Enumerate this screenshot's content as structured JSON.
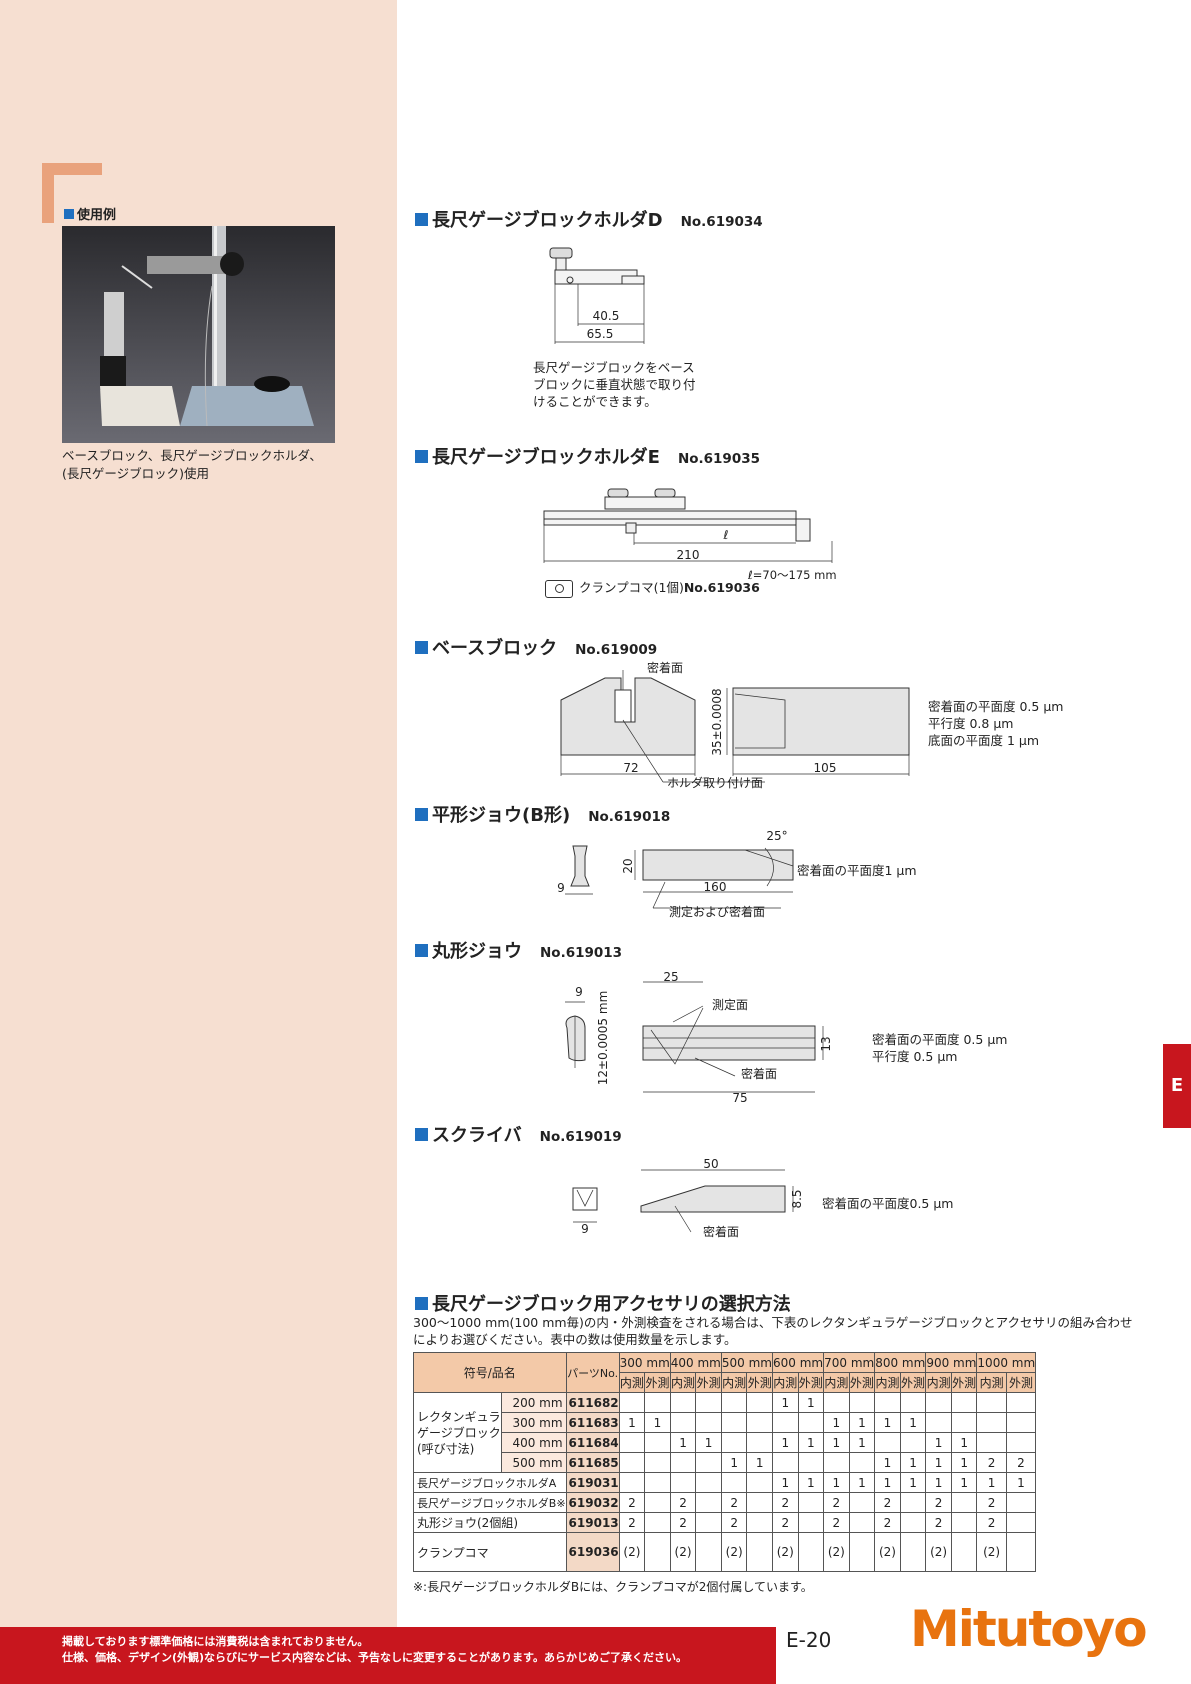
{
  "sidebar": {
    "usage_label": "使用例",
    "caption_line1": "ベースブロック、長尺ゲージブロックホルダ、",
    "caption_line2": "(長尺ゲージブロック)使用"
  },
  "sections": [
    {
      "title": "長尺ゲージブロックホルダD",
      "part_no": "No.619034"
    },
    {
      "title": "長尺ゲージブロックホルダE",
      "part_no": "No.619035"
    },
    {
      "title": "ベースブロック",
      "part_no": "No.619009"
    },
    {
      "title": "平形ジョウ(B形)",
      "part_no": "No.619018"
    },
    {
      "title": "丸形ジョウ",
      "part_no": "No.619013"
    },
    {
      "title": "スクライバ",
      "part_no": "No.619019"
    }
  ],
  "holder_d": {
    "dim_a": "40.5",
    "dim_b": "65.5",
    "desc_line1": "長尺ゲージブロックをベース",
    "desc_line2": "ブロックに垂直状態で取り付",
    "desc_line3": "けることができます。"
  },
  "holder_e": {
    "dim_l": "ℓ",
    "dim_total": "210",
    "dim_range": "ℓ=70～175 mm",
    "clamp_label": "クランプコマ(1個)",
    "clamp_no": "No.619036"
  },
  "base_block": {
    "label_top": "密着面",
    "dim_width": "72",
    "dim_height": "35±0.0008",
    "dim_length": "105",
    "label_bottom": "ホルダ取り付け面",
    "spec1": "密着面の平面度 0.5 μm",
    "spec2": "平行度 0.8 μm",
    "spec3": "底面の平面度 1 μm"
  },
  "flat_jaw": {
    "dim_height": "20",
    "dim_width": "9",
    "dim_length": "160",
    "dim_angle": "25°",
    "label": "測定および密着面",
    "spec": "密着面の平面度1 μm"
  },
  "round_jaw": {
    "dim_w": "9",
    "dim_top": "25",
    "dim_height": "12±0.0005 mm",
    "dim_h2": "13",
    "dim_length": "75",
    "label_measure": "測定面",
    "label_contact": "密着面",
    "spec1": "密着面の平面度 0.5 μm",
    "spec2": "平行度 0.5 μm"
  },
  "scriber": {
    "dim_length": "50",
    "dim_height": "8.5",
    "dim_w": "9",
    "label": "密着面",
    "spec": "密着面の平面度0.5 μm"
  },
  "selection": {
    "title": "長尺ゲージブロック用アクセサリの選択方法",
    "intro_line1": "300～1000 mm(100 mm毎)の内・外測検査をされる場合は、下表のレクタンギュラゲージブロックとアクセサリの組み合わせ",
    "intro_line2": "によりお選びください。表中の数は使用数量を示します。",
    "header_name": "符号/品名",
    "header_part": "パーツNo.",
    "sizes": [
      "300 mm",
      "400 mm",
      "500 mm",
      "600 mm",
      "700 mm",
      "800 mm",
      "900 mm",
      "1000 mm"
    ],
    "inner": "内測",
    "outer": "外測",
    "group_label_1": "レクタンギュラ",
    "group_label_2": "ゲージブロック",
    "group_label_3": "(呼び寸法)",
    "rows": [
      {
        "size": "200 mm",
        "part": "611682",
        "cells": [
          "",
          "",
          "",
          "",
          "",
          "",
          "1",
          "1",
          "",
          "",
          "",
          "",
          "",
          "",
          "",
          ""
        ]
      },
      {
        "size": "300 mm",
        "part": "611683",
        "cells": [
          "1",
          "1",
          "",
          "",
          "",
          "",
          "",
          "",
          "1",
          "1",
          "1",
          "1",
          "",
          "",
          "",
          ""
        ]
      },
      {
        "size": "400 mm",
        "part": "611684",
        "cells": [
          "",
          "",
          "1",
          "1",
          "",
          "",
          "1",
          "1",
          "1",
          "1",
          "",
          "",
          "1",
          "1",
          "",
          ""
        ]
      },
      {
        "size": "500 mm",
        "part": "611685",
        "cells": [
          "",
          "",
          "",
          "",
          "1",
          "1",
          "",
          "",
          "",
          "",
          "1",
          "1",
          "1",
          "1",
          "2",
          "2"
        ]
      },
      {
        "name": "長尺ゲージブロックホルダA",
        "part": "619031",
        "cells": [
          "",
          "",
          "",
          "",
          "",
          "",
          "1",
          "1",
          "1",
          "1",
          "1",
          "1",
          "1",
          "1",
          "1",
          "1"
        ]
      },
      {
        "name": "長尺ゲージブロックホルダB※",
        "part": "619032",
        "cells": [
          "2",
          "",
          "2",
          "",
          "2",
          "",
          "2",
          "",
          "2",
          "",
          "2",
          "",
          "2",
          "",
          "2",
          ""
        ]
      },
      {
        "name": "丸形ジョウ(2個組)",
        "part": "619013",
        "cells": [
          "2",
          "",
          "2",
          "",
          "2",
          "",
          "2",
          "",
          "2",
          "",
          "2",
          "",
          "2",
          "",
          "2",
          ""
        ]
      },
      {
        "name": "クランプコマ",
        "part": "619036",
        "cells": [
          "(2)",
          "",
          "(2)",
          "",
          "(2)",
          "",
          "(2)",
          "",
          "(2)",
          "",
          "(2)",
          "",
          "(2)",
          "",
          "(2)",
          ""
        ]
      }
    ],
    "footnote": "※:長尺ゲージブロックホルダBには、クランプコマが2個付属しています。"
  },
  "footer": {
    "line1": "掲載しております標準価格には消費税は含まれておりません。",
    "line2": "仕様、価格、デザイン(外観)ならびにサービス内容などは、予告なしに変更することがあります。あらかじめご了承ください。",
    "page": "E-20",
    "logo": "Mitutoyo",
    "tab": "E"
  }
}
